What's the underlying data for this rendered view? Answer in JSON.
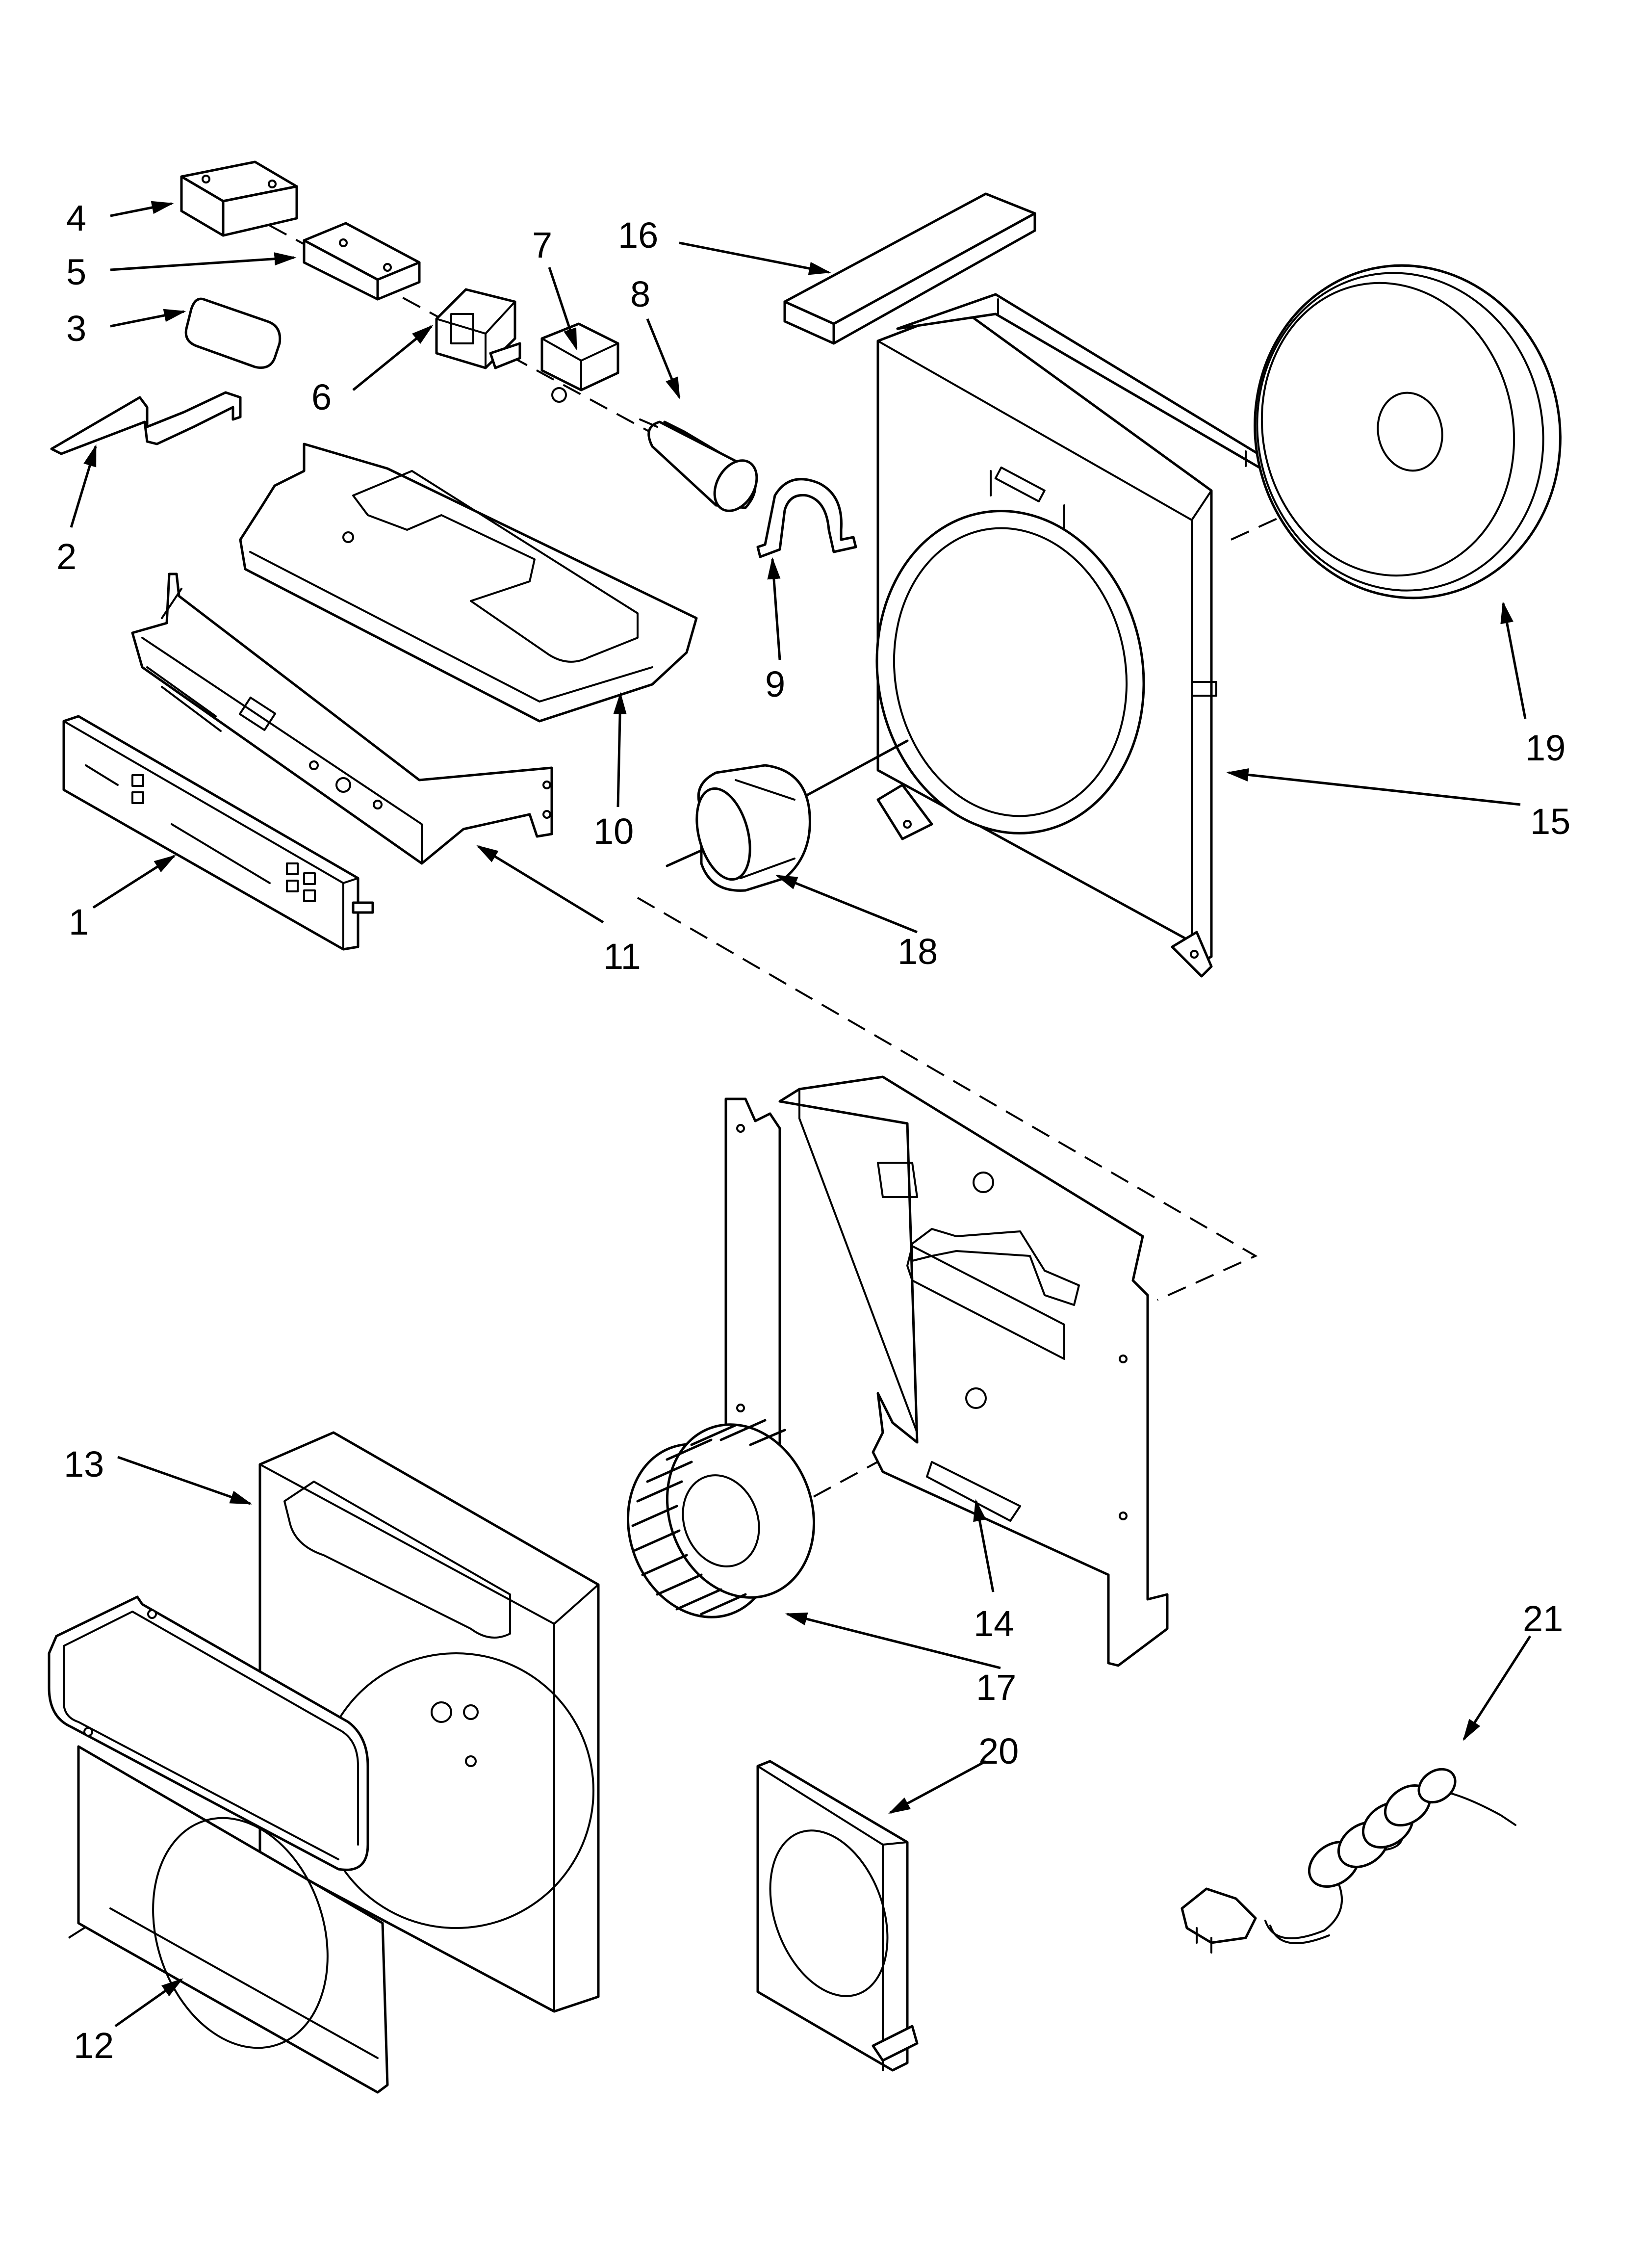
{
  "diagram": {
    "callouts": [
      {
        "id": "p1",
        "label": "1"
      },
      {
        "id": "p2",
        "label": "2"
      },
      {
        "id": "p3",
        "label": "3"
      },
      {
        "id": "p4",
        "label": "4"
      },
      {
        "id": "p5",
        "label": "5"
      },
      {
        "id": "p6",
        "label": "6"
      },
      {
        "id": "p7",
        "label": "7"
      },
      {
        "id": "p8",
        "label": "8"
      },
      {
        "id": "p9",
        "label": "9"
      },
      {
        "id": "p10",
        "label": "10"
      },
      {
        "id": "p11",
        "label": "11"
      },
      {
        "id": "p12",
        "label": "12"
      },
      {
        "id": "p13",
        "label": "13"
      },
      {
        "id": "p14",
        "label": "14"
      },
      {
        "id": "p15",
        "label": "15"
      },
      {
        "id": "p16",
        "label": "16"
      },
      {
        "id": "p17",
        "label": "17"
      },
      {
        "id": "p18",
        "label": "18"
      },
      {
        "id": "p19",
        "label": "19"
      },
      {
        "id": "p20",
        "label": "20"
      },
      {
        "id": "p21",
        "label": "21"
      }
    ]
  }
}
